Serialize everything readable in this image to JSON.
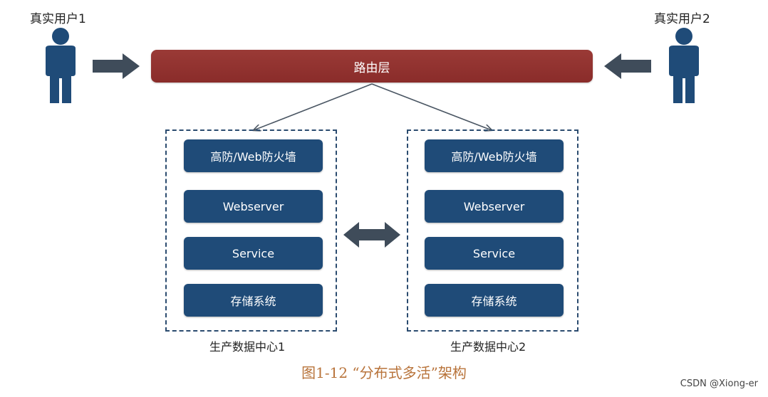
{
  "users": {
    "user1": "真实用户1",
    "user2": "真实用户2"
  },
  "router": "路由层",
  "datacenters": [
    {
      "label": "生产数据中心1",
      "layers": [
        "高防/Web防火墙",
        "Webserver",
        "Service",
        "存储系统"
      ]
    },
    {
      "label": "生产数据中心2",
      "layers": [
        "高防/Web防火墙",
        "Webserver",
        "Service",
        "存储系统"
      ]
    }
  ],
  "caption": "图1-12 “分布式多活”架构",
  "watermark": "CSDN @Xiong-er",
  "colors": {
    "router": "#8f302d",
    "block": "#1f4b78",
    "arrow": "#3f4c5a",
    "person": "#1f4b78",
    "caption": "#b8733a"
  }
}
